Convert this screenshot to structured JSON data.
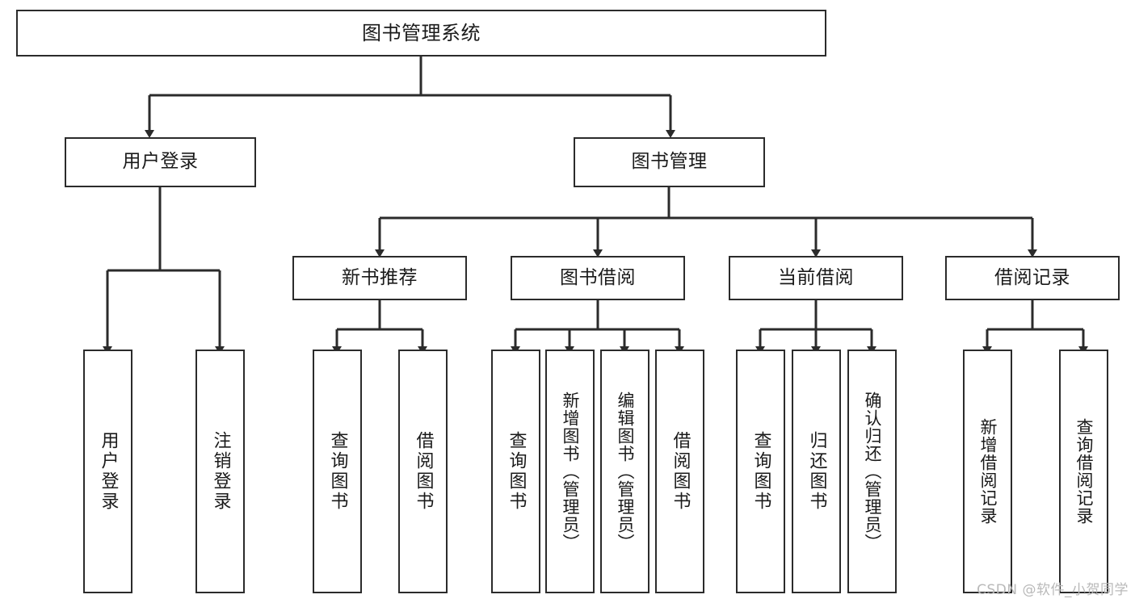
{
  "diagram": {
    "title": "图书管理系统",
    "watermark": "CSDN @软件_小贺同学",
    "line_color": "#2b2b2b",
    "box_fill": "#ffffff",
    "text_color": "#1a1a1a",
    "watermark_color": "#b9b9b9",
    "levels": {
      "level1": [
        "图书管理系统"
      ],
      "level2": [
        "用户登录",
        "图书管理"
      ],
      "level3": [
        "新书推荐",
        "图书借阅",
        "当前借阅",
        "借阅记录"
      ],
      "level4": [
        "用户登录",
        "注销登录",
        "查询图书",
        "借阅图书",
        "查询图书",
        "新增图书（管理员）",
        "编辑图书（管理员）",
        "借阅图书",
        "查询图书",
        "归还图书",
        "确认归还（管理员）",
        "新增借阅记录",
        "查询借阅记录"
      ]
    }
  },
  "nodes": {
    "root": {
      "label": "图书管理系统"
    },
    "user_login": {
      "label": "用户登录"
    },
    "book_manage": {
      "label": "图书管理"
    },
    "new_book_rec": {
      "label": "新书推荐"
    },
    "book_borrow": {
      "label": "图书借阅"
    },
    "current_borrow": {
      "label": "当前借阅"
    },
    "borrow_record": {
      "label": "借阅记录"
    },
    "leaf_user_login": {
      "label": "用户登录"
    },
    "leaf_logout": {
      "label": "注销登录"
    },
    "leaf_query_book_1": {
      "label": "查询图书"
    },
    "leaf_borrow_book_1": {
      "label": "借阅图书"
    },
    "leaf_query_book_2": {
      "label": "查询图书"
    },
    "leaf_add_book": {
      "label": "新增图书（管理员）"
    },
    "leaf_edit_book": {
      "label": "编辑图书（管理员）"
    },
    "leaf_borrow_book_2": {
      "label": "借阅图书"
    },
    "leaf_query_book_3": {
      "label": "查询图书"
    },
    "leaf_return_book": {
      "label": "归还图书"
    },
    "leaf_confirm_return": {
      "label": "确认归还（管理员）"
    },
    "leaf_add_record": {
      "label": "新增借阅记录"
    },
    "leaf_query_record": {
      "label": "查询借阅记录"
    }
  }
}
